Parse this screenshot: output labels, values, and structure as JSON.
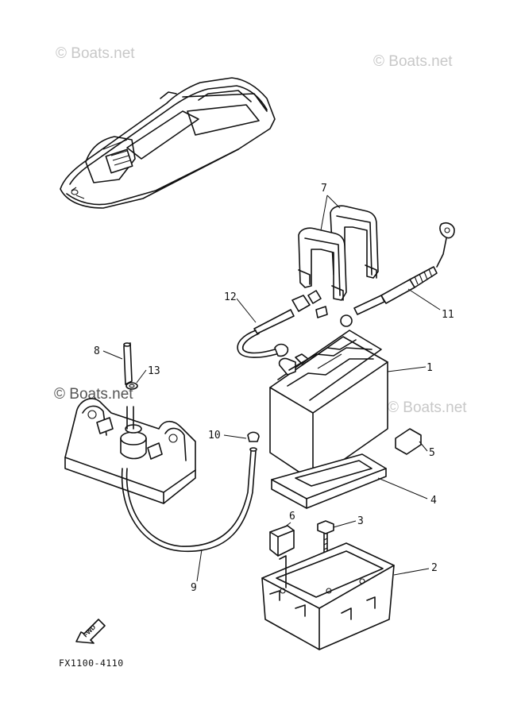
{
  "watermarks": [
    "© Boats.net",
    "© Boats.net",
    "© Boats.net",
    "© Boats.net"
  ],
  "direction_arrow": {
    "label": "FWD",
    "icon": "forward-arrow-icon"
  },
  "diagram_code": "FX1100-4110",
  "callouts": [
    {
      "number": "1"
    },
    {
      "number": "2"
    },
    {
      "number": "3"
    },
    {
      "number": "4"
    },
    {
      "number": "5"
    },
    {
      "number": "6"
    },
    {
      "number": "7"
    },
    {
      "number": "8"
    },
    {
      "number": "9"
    },
    {
      "number": "10"
    },
    {
      "number": "11"
    },
    {
      "number": "12"
    },
    {
      "number": "13"
    }
  ]
}
